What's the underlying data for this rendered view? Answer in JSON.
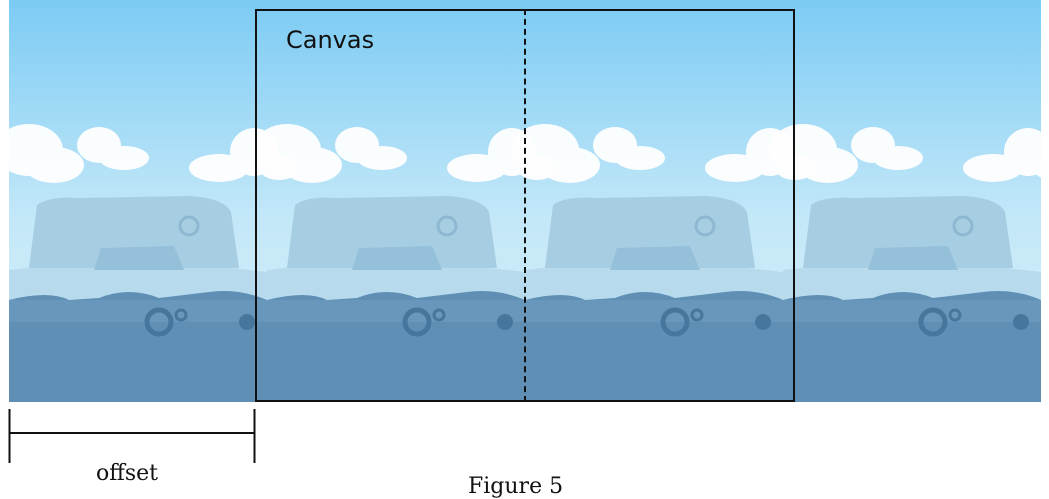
{
  "diagram": {
    "canvas_label": "Canvas",
    "offset_label": "offset",
    "caption": "Figure 5"
  },
  "colors": {
    "sky_top": "#7ccbf4",
    "sky_bottom": "#cdebf7",
    "ground": "#5f8fb5",
    "hills": "#a9cfe4",
    "frame": "#111111"
  },
  "icons": {
    "background_scene": "cartoon-clouds-and-hills",
    "bracket": "offset-bracket"
  }
}
